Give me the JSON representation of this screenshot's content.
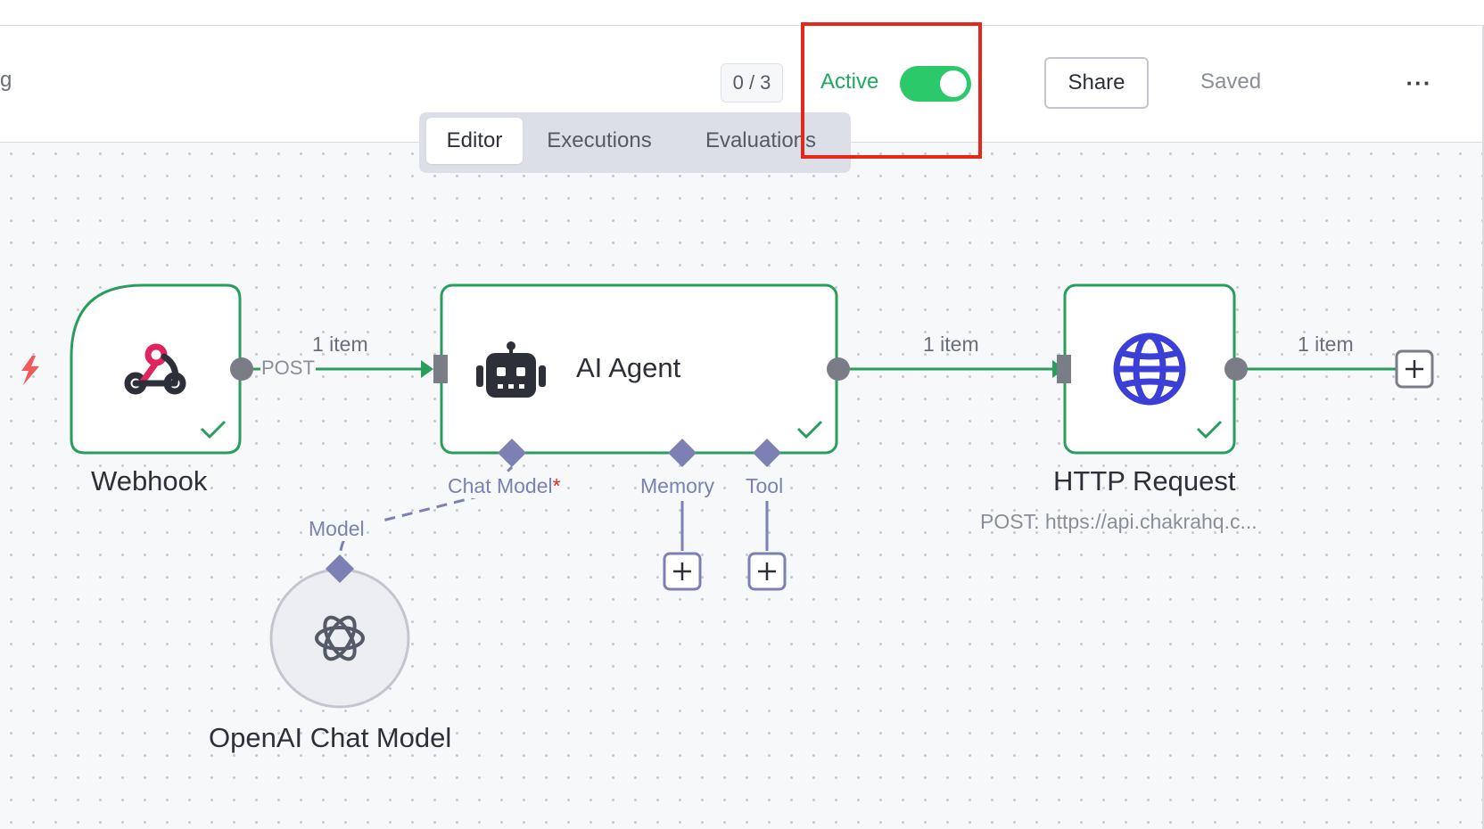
{
  "header": {
    "workflow_name_fragment": "g",
    "counter": "0 / 3",
    "active_label": "Active",
    "active_state": true,
    "share_label": "Share",
    "saved_label": "Saved",
    "more_label": "···"
  },
  "tabs": [
    {
      "label": "Editor",
      "active": true
    },
    {
      "label": "Executions",
      "active": false
    },
    {
      "label": "Evaluations",
      "active": false
    }
  ],
  "nodes": {
    "webhook": {
      "label": "Webhook",
      "output_label": "POST",
      "icon": "webhook-icon"
    },
    "ai_agent": {
      "label": "AI Agent",
      "icon": "robot-icon",
      "ports": {
        "chat_model": "Chat Model",
        "required_mark": "*",
        "memory": "Memory",
        "tool": "Tool"
      }
    },
    "http_request": {
      "label": "HTTP Request",
      "subtitle": "POST: https://api.chakrahq.c...",
      "icon": "globe-icon"
    },
    "openai": {
      "label": "OpenAI Chat Model",
      "port_label": "Model",
      "icon": "openai-icon"
    }
  },
  "connections": {
    "webhook_to_agent": "1 item",
    "agent_to_http": "1 item",
    "http_out": "1 item"
  },
  "colors": {
    "success": "#2a9d5c",
    "highlight": "#e6271c",
    "toggle_on": "#2cc96b",
    "sub_port": "#7c80b4",
    "globe": "#3b3fd8"
  }
}
